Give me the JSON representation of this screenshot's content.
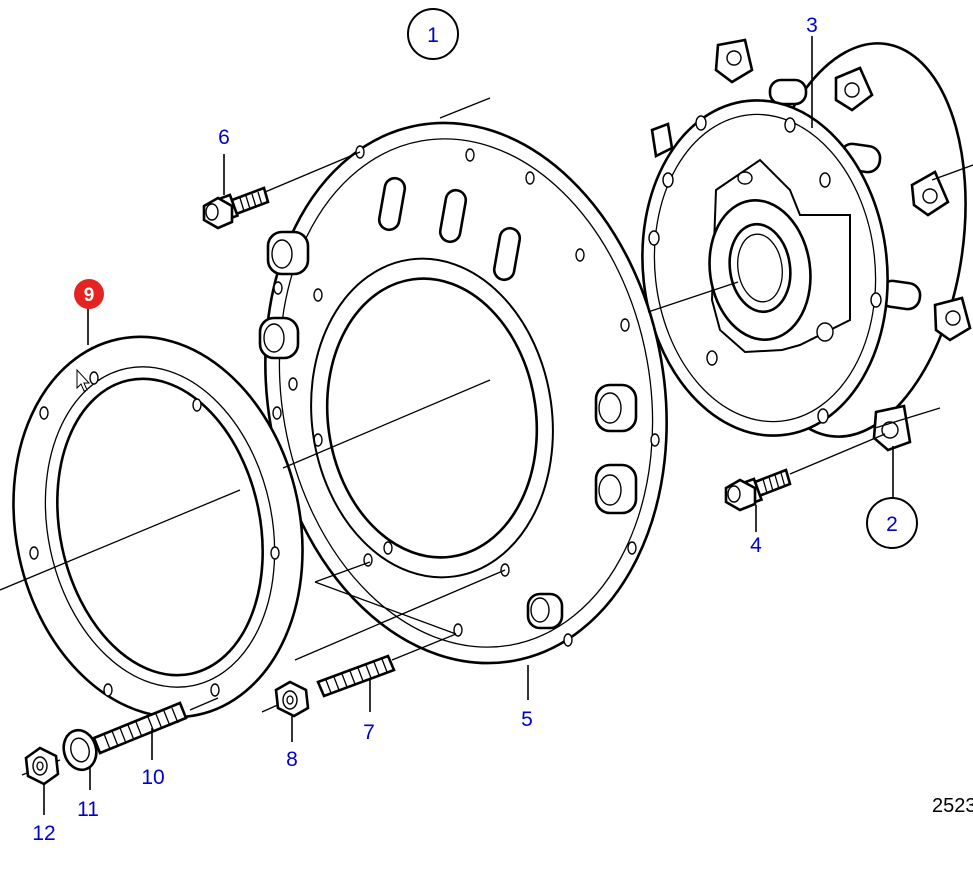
{
  "diagram": {
    "figure_ref": "2523",
    "highlighted_item": "9",
    "callouts": [
      {
        "id": "c1",
        "label": "1",
        "circled": true
      },
      {
        "id": "c2",
        "label": "2",
        "circled": true
      },
      {
        "id": "c3",
        "label": "3",
        "circled": false
      },
      {
        "id": "c4",
        "label": "4",
        "circled": false
      },
      {
        "id": "c5",
        "label": "5",
        "circled": false
      },
      {
        "id": "c6",
        "label": "6",
        "circled": false
      },
      {
        "id": "c7",
        "label": "7",
        "circled": false
      },
      {
        "id": "c8",
        "label": "8",
        "circled": false
      },
      {
        "id": "c9",
        "label": "9",
        "circled": false
      },
      {
        "id": "c10",
        "label": "10",
        "circled": false
      },
      {
        "id": "c11",
        "label": "11",
        "circled": false
      },
      {
        "id": "c12",
        "label": "12",
        "circled": false
      }
    ],
    "colors": {
      "label": "#0000cc",
      "highlight_badge": "#e52421",
      "line": "#000000",
      "background": "#ffffff"
    }
  }
}
